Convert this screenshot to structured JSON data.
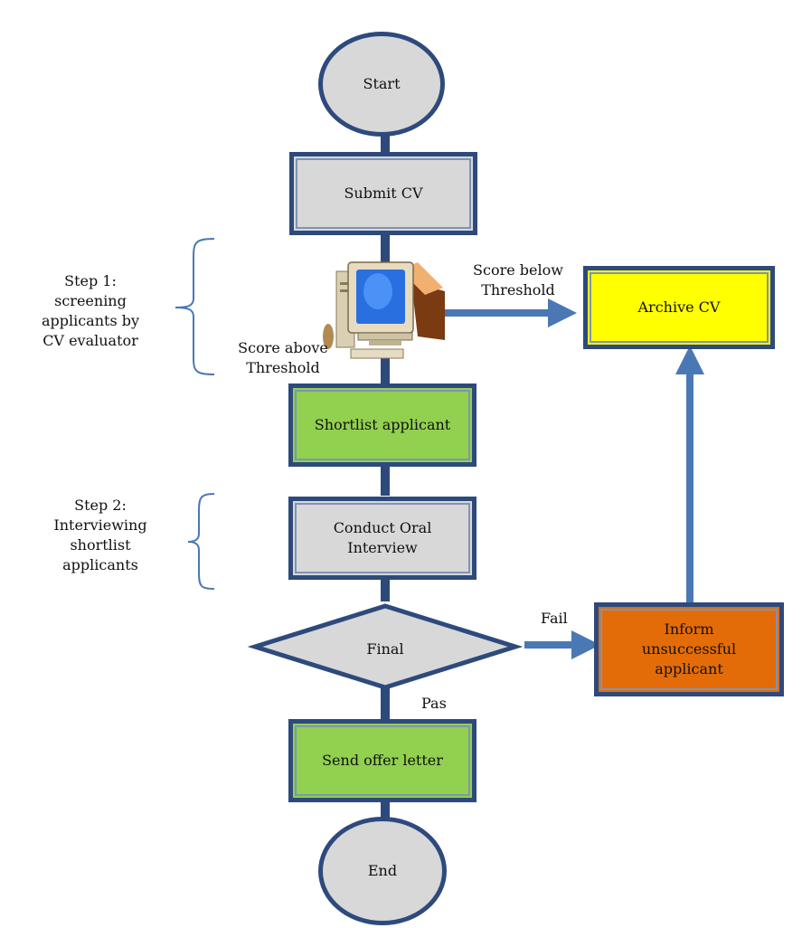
{
  "nodes": {
    "start": "Start",
    "submit_cv": "Submit CV",
    "shortlist": "Shortlist applicant",
    "interview": "Conduct Oral Interview",
    "final": "Final",
    "offer": "Send offer letter",
    "end": "End",
    "archive": "Archive CV",
    "inform": "Inform unsuccessful applicant"
  },
  "edge_labels": {
    "score_below": "Score below Threshold",
    "score_above": "Score above Threshold",
    "fail": "Fail",
    "pass": "Pas"
  },
  "steps": {
    "step1": "Step 1: screening applicants by CV evaluator",
    "step2": "Step 2: Interviewing shortlist applicants"
  },
  "icons": {
    "evaluator": "computer-icon"
  },
  "colors": {
    "border": "#2e4a7d",
    "arrow": "#4a78b5",
    "grey": "#d8d8d8",
    "green": "#92d050",
    "yellow": "#ffff00",
    "orange": "#e36c09"
  }
}
